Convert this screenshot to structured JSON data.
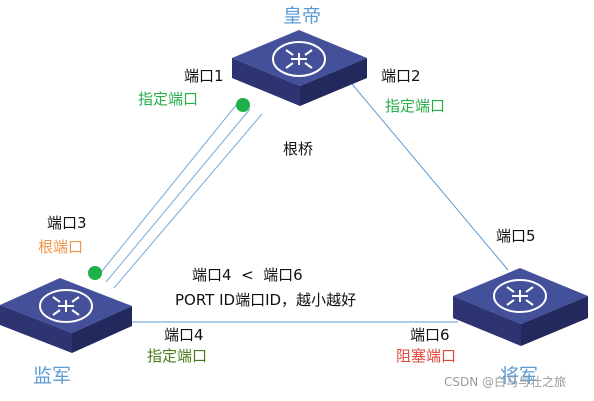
{
  "nodes": {
    "emperor": {
      "name": "皇帝"
    },
    "general": {
      "name": "监军"
    },
    "commander": {
      "name": "将军"
    }
  },
  "labels": {
    "port1": "端口1",
    "port1_role": "指定端口",
    "port2": "端口2",
    "port2_role": "指定端口",
    "root_bridge": "根桥",
    "port3": "端口3",
    "port3_role": "根端口",
    "port5": "端口5",
    "compare": "端口4  <  端口6",
    "rule": "PORT ID端口ID，越小越好",
    "port4": "端口4",
    "port4_role": "指定端口",
    "port6": "端口6",
    "port6_role": "阻塞端口"
  },
  "watermark": "CSDN @白马与壮之旅",
  "colors": {
    "switch_top": "#46509a",
    "switch_side": "#2e3472",
    "link": "#5b9bd5",
    "dot": "#1fb04a",
    "name": "#5b9bd5"
  }
}
